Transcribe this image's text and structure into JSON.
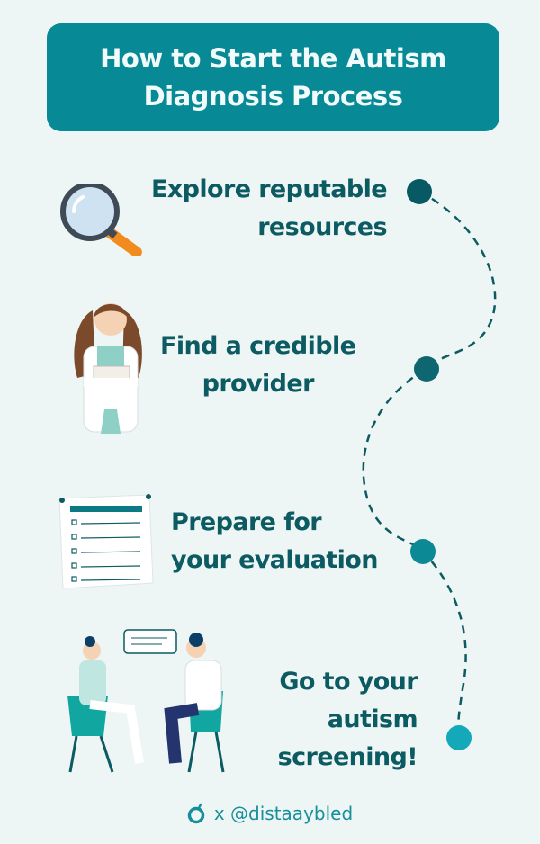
{
  "title": {
    "line1": "How to Start the Autism",
    "line2": "Diagnosis Process"
  },
  "steps": [
    {
      "line1": "Explore reputable",
      "line2": "resources",
      "icon": "magnifying-glass-icon",
      "dot_color": "#075a63"
    },
    {
      "line1": "Find a credible",
      "line2": "provider",
      "icon": "doctor-icon",
      "dot_color": "#0e6670"
    },
    {
      "line1": "Prepare for",
      "line2": "your evaluation",
      "icon": "checklist-icon",
      "dot_color": "#0b8a96"
    },
    {
      "line1": "Go to your",
      "line2": "autism",
      "line3": "screening!",
      "icon": "consultation-icon",
      "dot_color": "#14a9b8"
    }
  ],
  "footer": {
    "logo_icon": "brand-logo-icon",
    "text": "x @distaaybled"
  },
  "colors": {
    "accent": "#078996",
    "text": "#0c5a62",
    "background": "#edf6f4"
  }
}
